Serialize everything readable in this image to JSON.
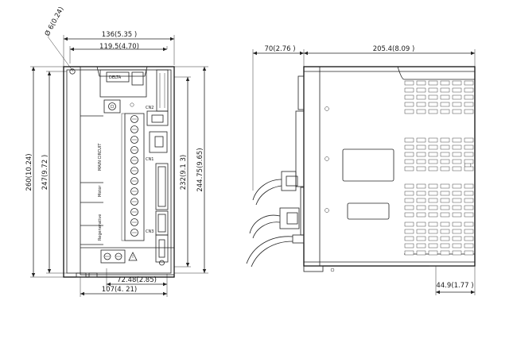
{
  "front_view": {
    "dimensions": {
      "width_top": "136(5.35 )",
      "mount_spacing": "119.5(4.70)",
      "hole_diameter": "Ø 6(0.24)",
      "overall_height": "260(10.24)",
      "inner_height": "247(9.72 )",
      "mount_height": "232(9.1 3)",
      "side_height": "244.75(9.65)",
      "bottom_offset": "72.48(2.85)",
      "bottom_width": "107(4. 21)"
    },
    "panel_labels": [
      "DELTA",
      "MAIN CIRCUIT",
      "Motor",
      "Regenerative",
      "CN1",
      "CN2",
      "CN3"
    ]
  },
  "side_view": {
    "dimensions": {
      "front_depth": "70(2.76 )",
      "body_depth": "205.4(8.09 )",
      "tail": "44.9(1.77 )"
    }
  }
}
